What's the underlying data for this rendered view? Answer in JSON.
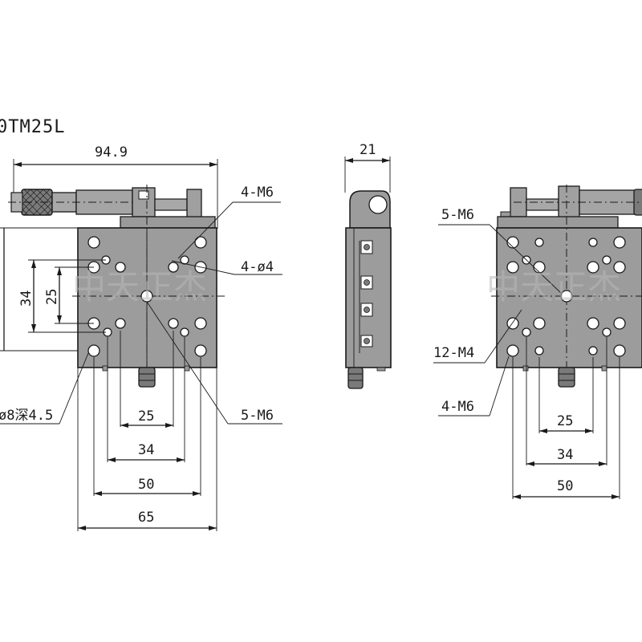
{
  "model_label": "0TM25L",
  "watermark": "中天正杰",
  "front_view": {
    "dims": {
      "overall_width": "94.9",
      "h34": "34",
      "h25": "25",
      "w25": "25",
      "w34": "34",
      "w50": "50",
      "w65": "65"
    },
    "callouts": {
      "top_right": "4-M6",
      "right_mid": "4-ø4",
      "bottom_right": "5-M6",
      "bottom_left": "ø8深4.5"
    }
  },
  "side_view": {
    "dims": {
      "width": "21"
    }
  },
  "top_view": {
    "dims": {
      "w25": "25",
      "w34": "34",
      "w50": "50"
    },
    "callouts": {
      "top_left": "5-M6",
      "mid_left": "12-M4",
      "bottom_left": "4-M6"
    }
  },
  "colors": {
    "body_fill": "#9c9c9c",
    "line": "#1a1a1a",
    "background": "#ffffff"
  }
}
